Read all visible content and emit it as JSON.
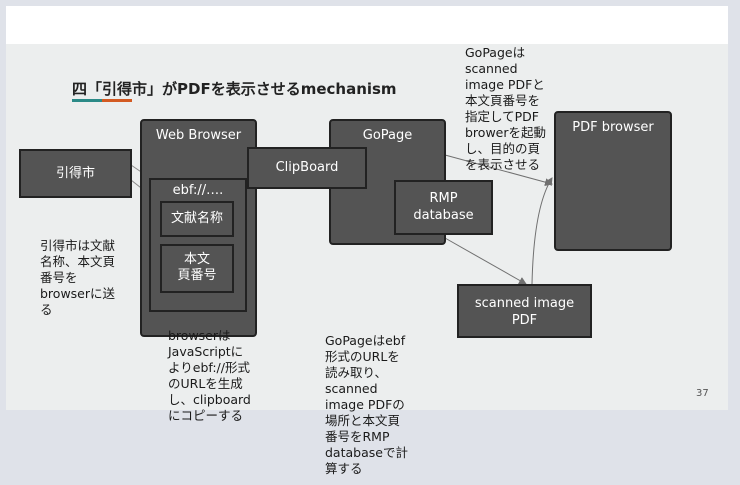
{
  "title": "四「引得市」がPDFを表示させるmechanism",
  "slide_number": "37",
  "nodes": {
    "indexer": "引得市",
    "web_browser": "Web Browser",
    "ebf_url": "ebf://….",
    "doc_name": "文献名称",
    "page_no": "本文\n頁番号",
    "clipboard": "ClipBoard",
    "gopage": "GoPage",
    "rmp_database": "RMP\ndatabase",
    "pdf_browser": "PDF browser",
    "scanned_pdf": "scanned image\nPDF"
  },
  "notes": {
    "gopage_to_pdf": "GoPageは\nscanned\nimage PDFと\n本文頁番号を\n指定してPDF\nbrowerを起動\nし、目的の頁\nを表示させる",
    "indexer_sends": "引得市は文献\n名称、本文頁\n番号を\nbrowserに送\nる",
    "browser_js": "browserは\nJavaScriptに\nよりebf://形式\nのURLを生成\nし、clipboard\nにコピーする",
    "gopage_reads": "GoPageはebf\n形式のURLを\n読み取り、\nscanned\nimage PDFの\n場所と本文頁\n番号をRMP\ndatabaseで計\n算する"
  },
  "colors": {
    "box_fill": "#545454",
    "box_border": "#222222",
    "slide_bg": "#eceeee",
    "accent_teal": "#2b8a87",
    "accent_orange": "#d35a22"
  }
}
